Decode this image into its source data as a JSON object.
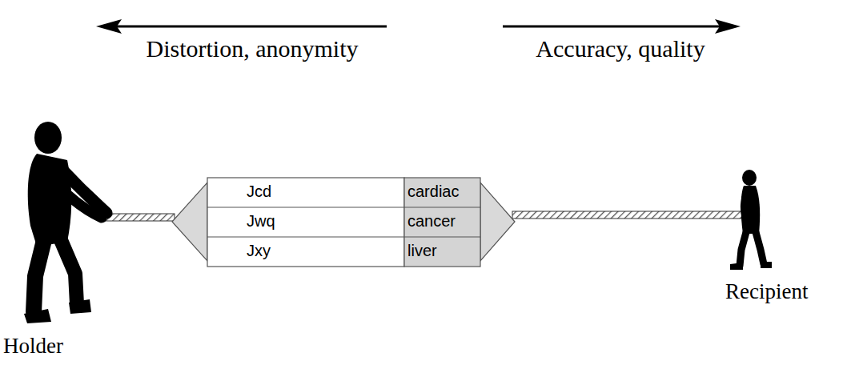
{
  "diagram": {
    "labels": [
      "Distortion, anonymity",
      "Accuracy, quality",
      "Jcd",
      "cardiac",
      "Jwq",
      "cancer",
      "Jxy",
      "liver",
      "Holder",
      "Recipient"
    ]
  }
}
